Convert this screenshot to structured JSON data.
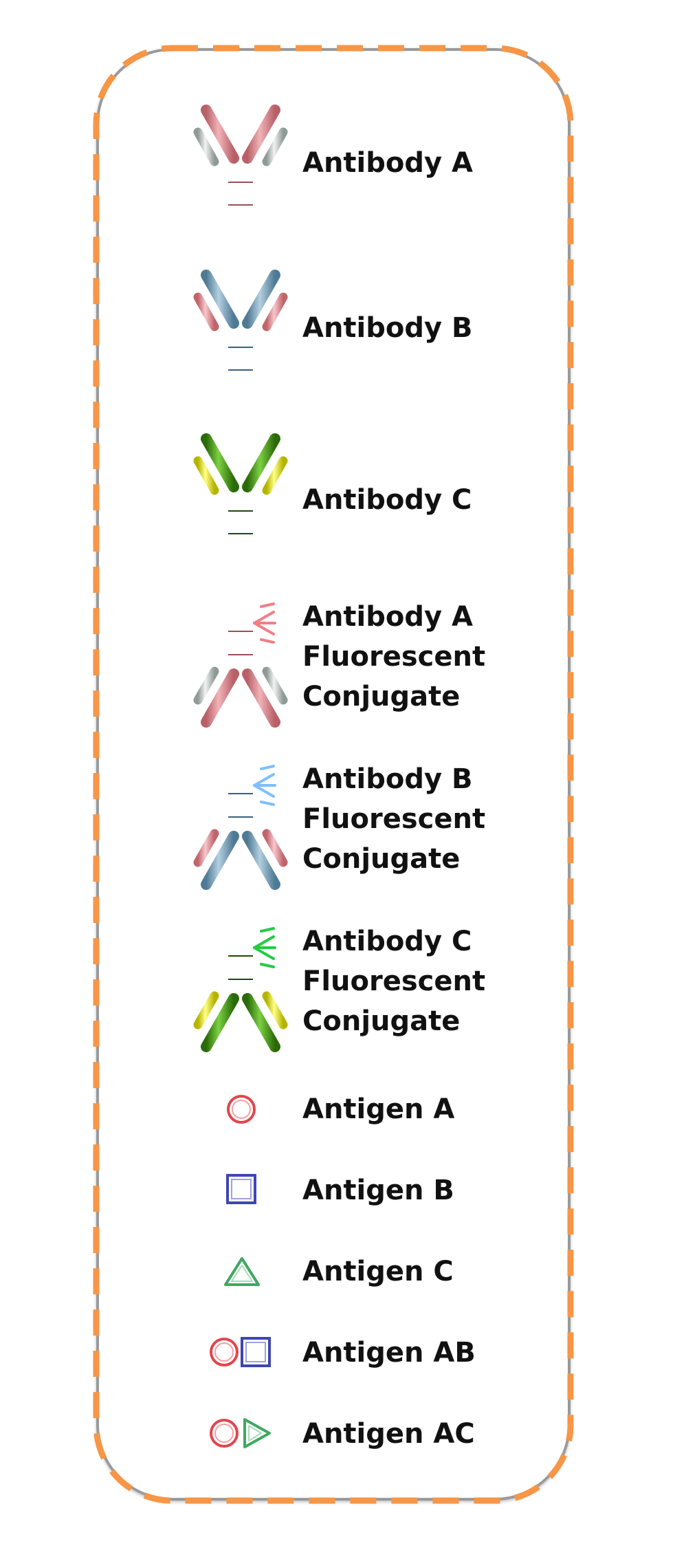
{
  "colors": {
    "panel_dash": "#f79646",
    "panel_border": "#9a9a9a",
    "antibody_a": "#d9848a",
    "antibody_a_light": "#c8c8c8",
    "antibody_b": "#6e99b3",
    "antibody_b_light": "#e59aa0",
    "antibody_c": "#3a8a10",
    "antibody_c_light": "#e6e600",
    "fluor_a": "#f07f86",
    "fluor_b": "#7fbfff",
    "fluor_c": "#22cc44",
    "antigen_a": "#e0464e",
    "antigen_b": "#3f46b0",
    "antigen_c": "#3fa860"
  },
  "legend": {
    "antibody_a": {
      "label": "Antibody A",
      "icon": "antibody-icon"
    },
    "antibody_b": {
      "label": "Antibody B",
      "icon": "antibody-icon"
    },
    "antibody_c": {
      "label": "Antibody C",
      "icon": "antibody-icon"
    },
    "antibody_a_fluor": {
      "line1": "Antibody A",
      "line2": "Fluorescent",
      "line3": "Conjugate",
      "icon": "fluorescent-antibody-icon"
    },
    "antibody_b_fluor": {
      "line1": "Antibody B",
      "line2": "Fluorescent",
      "line3": "Conjugate",
      "icon": "fluorescent-antibody-icon"
    },
    "antibody_c_fluor": {
      "line1": "Antibody C",
      "line2": "Fluorescent",
      "line3": "Conjugate",
      "icon": "fluorescent-antibody-icon"
    },
    "antigen_a": {
      "label": "Antigen A",
      "icon": "circle-icon"
    },
    "antigen_b": {
      "label": "Antigen B",
      "icon": "square-icon"
    },
    "antigen_c": {
      "label": "Antigen C",
      "icon": "triangle-icon"
    },
    "antigen_ab": {
      "label": "Antigen AB",
      "icon": "circle-square-icon"
    },
    "antigen_ac": {
      "label": "Antigen AC",
      "icon": "circle-triangle-icon"
    }
  }
}
